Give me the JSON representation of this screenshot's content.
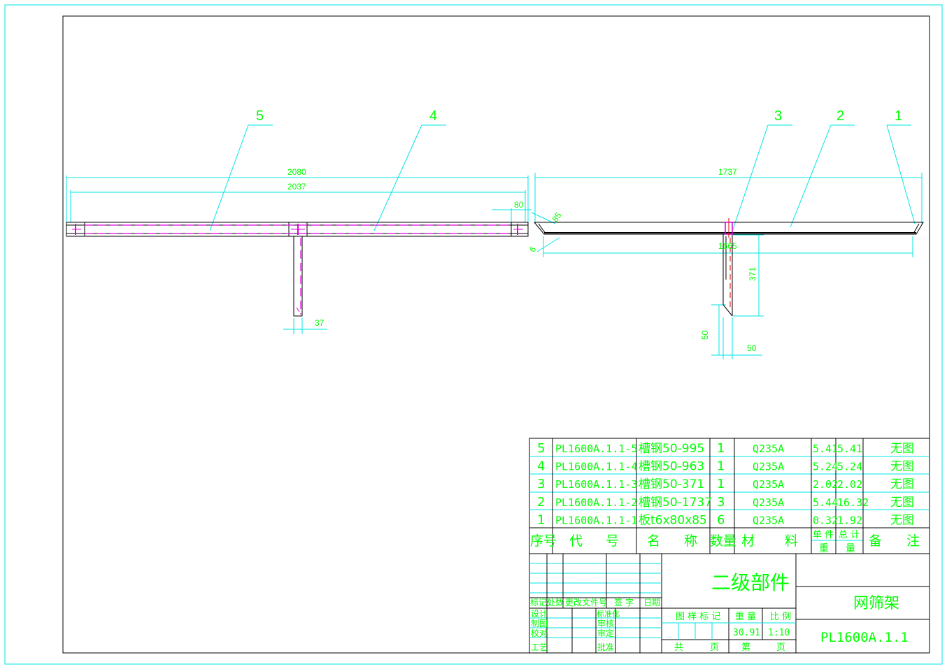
{
  "balloons": [
    "5",
    "4",
    "3",
    "2",
    "1"
  ],
  "dimensions": {
    "left_overall": "2080",
    "left_inner": "2037",
    "end_width": "80",
    "leg_width": "37",
    "right_overall": "1737",
    "plate_85": "85",
    "plate_6": "6",
    "right_inner": "1665",
    "leg_height": "371",
    "foot_height": "50",
    "foot_width": "50"
  },
  "bom": {
    "rows": [
      {
        "seq": "5",
        "code": "PL1600A.1.1-5",
        "name": "槽钢50-995",
        "qty": "1",
        "material": "Q235A",
        "unit_wt": "5.41",
        "total_wt": "5.41",
        "note": "无图"
      },
      {
        "seq": "4",
        "code": "PL1600A.1.1-4",
        "name": "槽钢50-963",
        "qty": "1",
        "material": "Q235A",
        "unit_wt": "5.24",
        "total_wt": "5.24",
        "note": "无图"
      },
      {
        "seq": "3",
        "code": "PL1600A.1.1-3",
        "name": "槽钢50-371",
        "qty": "1",
        "material": "Q235A",
        "unit_wt": "2.02",
        "total_wt": "2.02",
        "note": "无图"
      },
      {
        "seq": "2",
        "code": "PL1600A.1.1-2",
        "name": "槽钢50-1737",
        "qty": "3",
        "material": "Q235A",
        "unit_wt": "5.44",
        "total_wt": "16.32",
        "note": "无图"
      },
      {
        "seq": "1",
        "code": "PL1600A.1.1-1",
        "name": "板t6x80x85",
        "qty": "6",
        "material": "Q235A",
        "unit_wt": "0.32",
        "total_wt": "1.92",
        "note": "无图"
      }
    ],
    "headers": {
      "seq": "序号",
      "code_a": "代",
      "code_b": "号",
      "name_a": "名",
      "name_b": "称",
      "qty": "数量",
      "material_a": "材",
      "material_b": "料",
      "unit_a": "单 件",
      "total_a": "总 计",
      "weight_a": "重",
      "weight_b": "量",
      "note_a": "备",
      "note_b": "注"
    }
  },
  "title_block": {
    "level": "二级部件",
    "name": "网筛架",
    "drawing_no": "PL1600A.1.1",
    "revision_headers": [
      "标记",
      "处数",
      "更改文件号",
      "签 字",
      "日期"
    ],
    "roles_left": [
      "设计",
      "制图",
      "校对",
      "工艺"
    ],
    "roles_right": [
      "标准化",
      "审核",
      "审定",
      "批准"
    ],
    "stage_label": "图 样 标 记",
    "weight_label": "重 量",
    "scale_label": "比 例",
    "weight": "30.91",
    "scale": "1:10",
    "sheet_total": "共",
    "sheet_unit": "页",
    "sheet_no": "第",
    "sheet_unit2": "页"
  }
}
